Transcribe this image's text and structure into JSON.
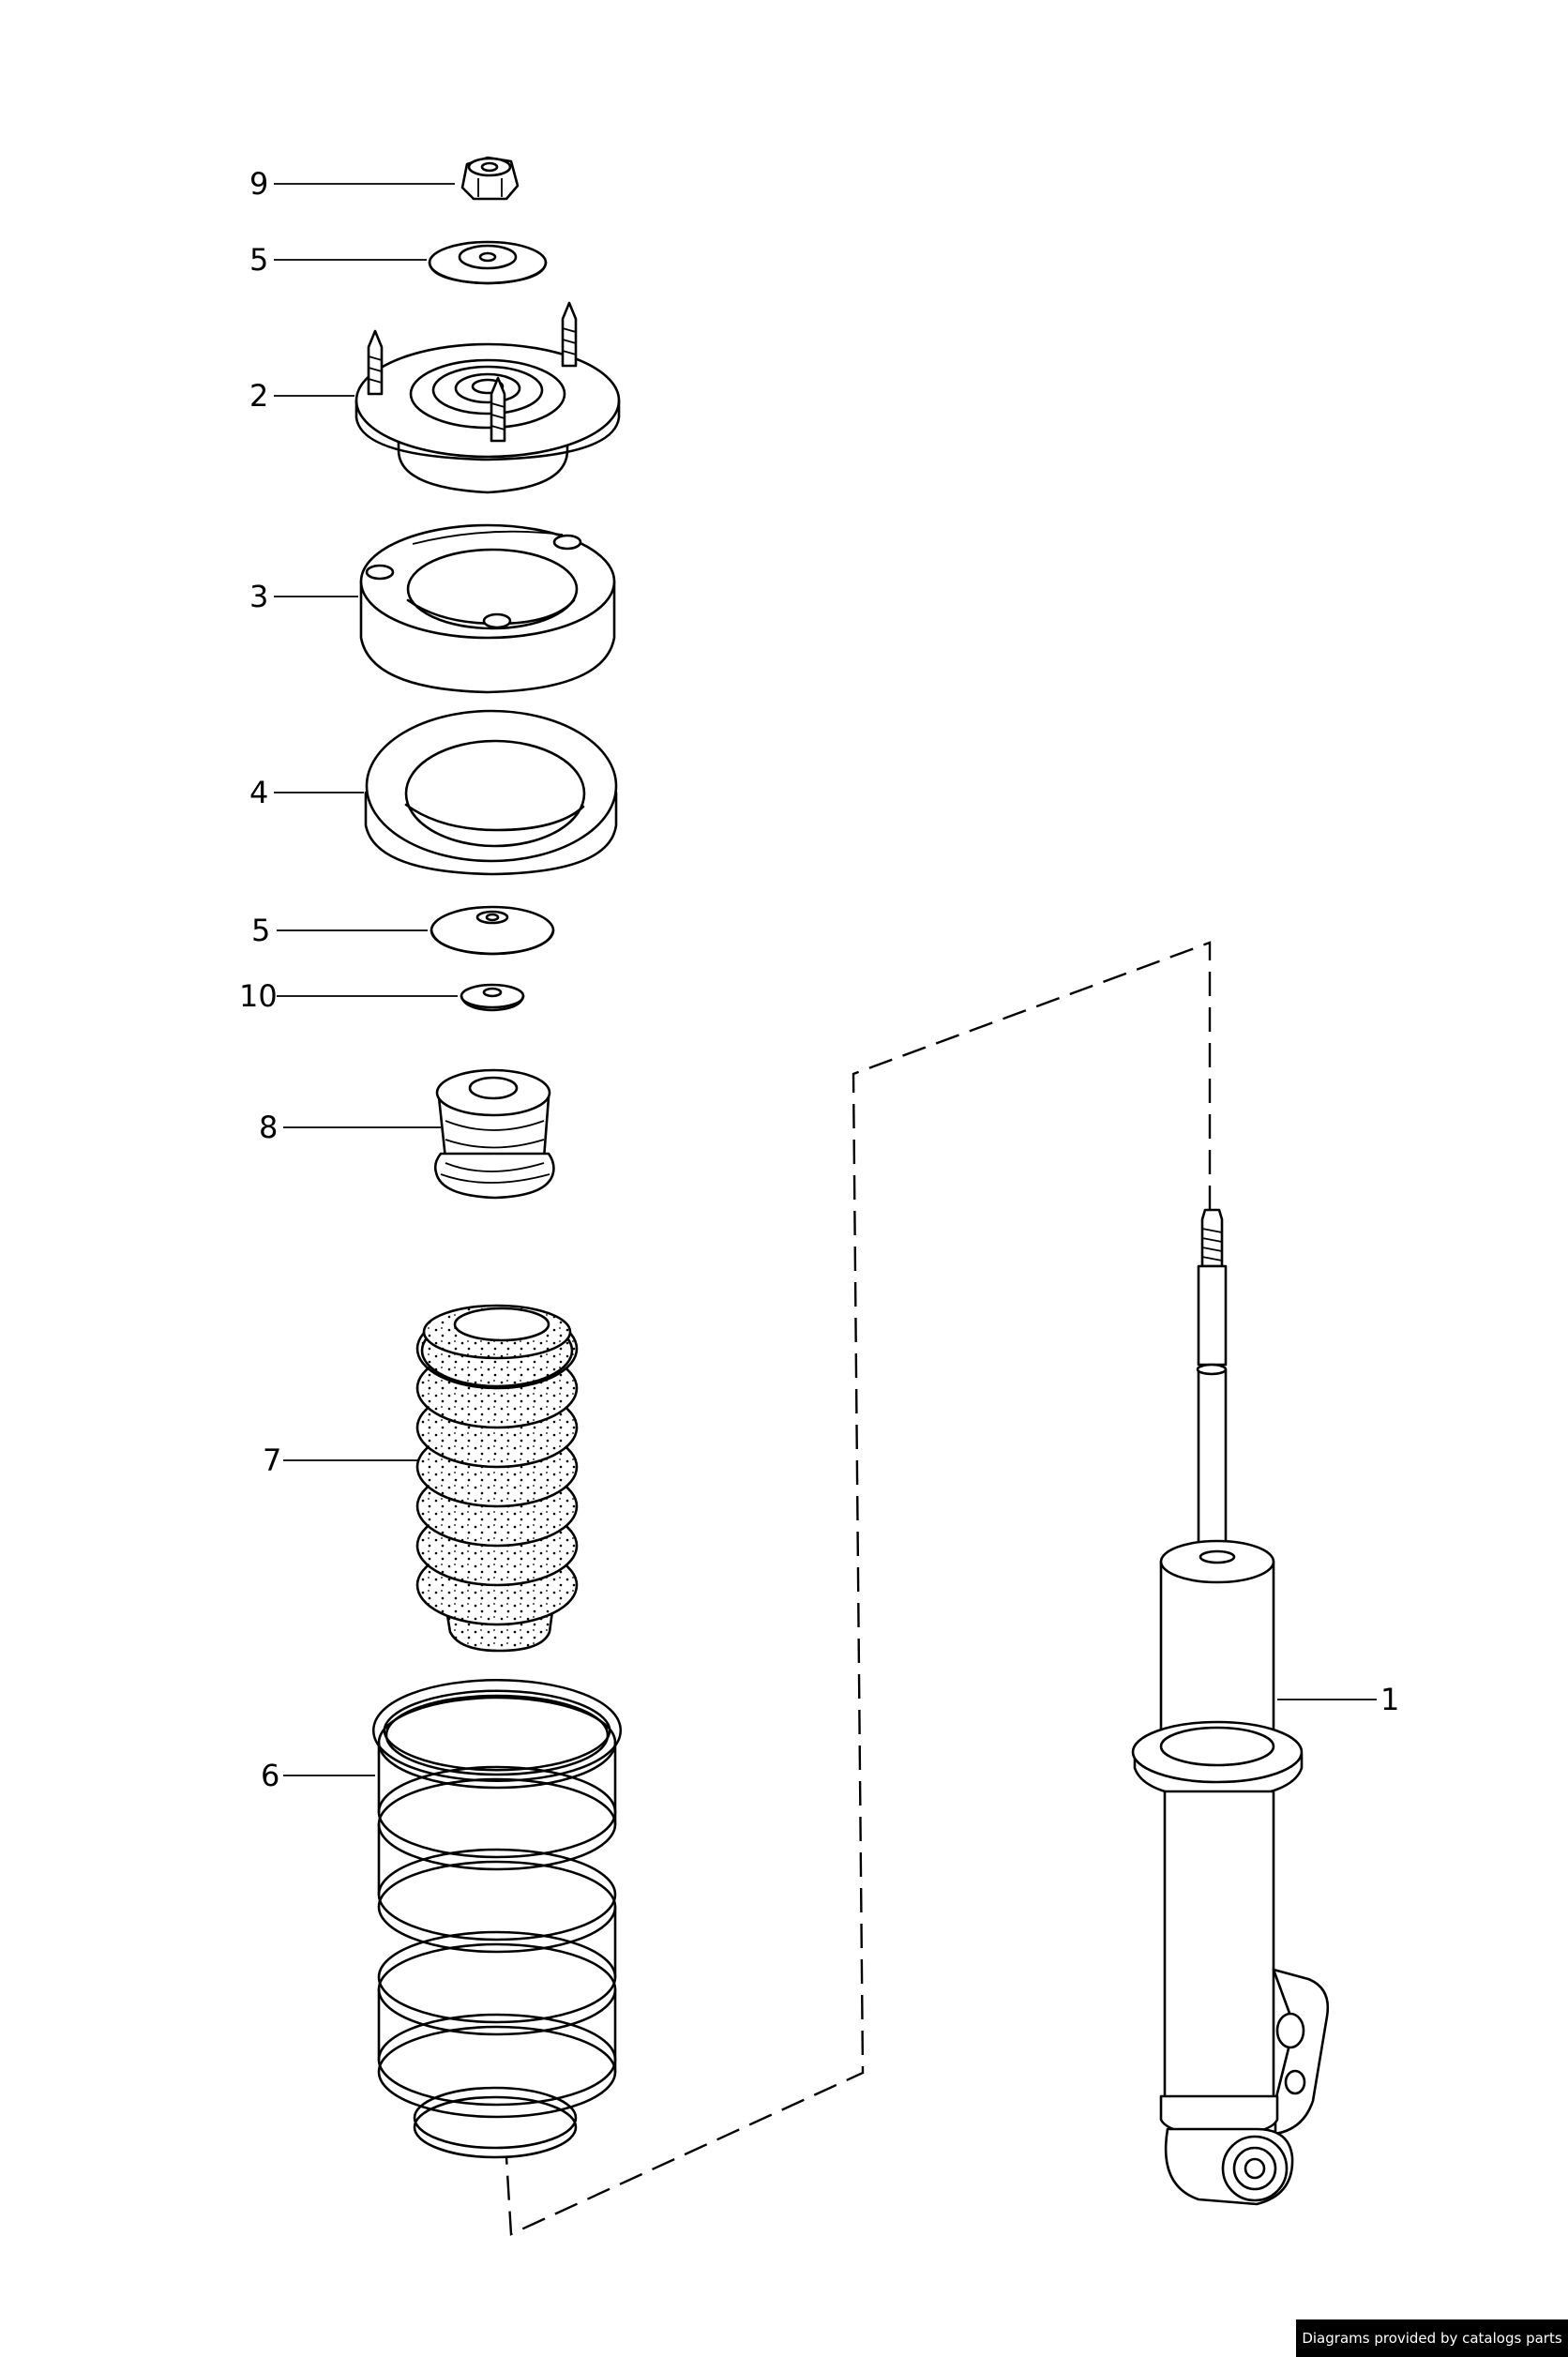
{
  "callouts": [
    "9",
    "5",
    "2",
    "3",
    "4",
    "5",
    "10",
    "8",
    "7",
    "6",
    "1"
  ],
  "credit": "Diagrams provided by catalogs parts"
}
